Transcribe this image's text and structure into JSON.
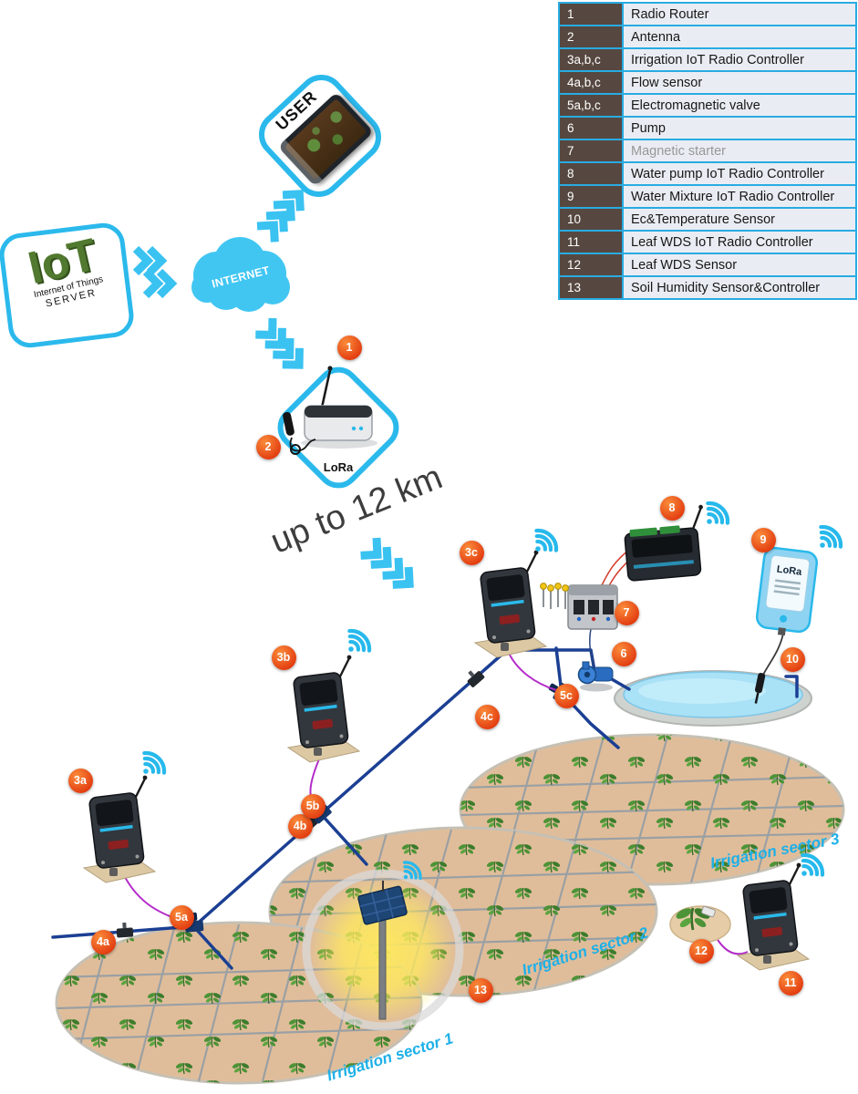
{
  "legend": {
    "rows": [
      {
        "num": "1",
        "label": "Radio Router"
      },
      {
        "num": "2",
        "label": "Antenna"
      },
      {
        "num": "3a,b,c",
        "label": "Irrigation IoT Radio Controller"
      },
      {
        "num": "4a,b,c",
        "label": "Flow sensor"
      },
      {
        "num": "5a,b,c",
        "label": "Electromagnetic valve"
      },
      {
        "num": "6",
        "label": "Pump"
      },
      {
        "num": "7",
        "label": "Magnetic starter"
      },
      {
        "num": "8",
        "label": "Water pump IoT Radio Controller"
      },
      {
        "num": "9",
        "label": "Water Mixture IoT Radio Controller"
      },
      {
        "num": "10",
        "label": "Ec&Temperature Sensor"
      },
      {
        "num": "11",
        "label": "Leaf WDS IoT Radio Controller"
      },
      {
        "num": "12",
        "label": "Leaf WDS Sensor"
      },
      {
        "num": "13",
        "label": "Soil Humidity Sensor&Controller"
      }
    ]
  },
  "server_box": {
    "logo": "IoT",
    "line1": "Internet of Things",
    "line2": "SERVER"
  },
  "user_box": {
    "label": "USER"
  },
  "internet_cloud": {
    "label": "INTERNET"
  },
  "router_box": {
    "lora": "LoRa"
  },
  "device9": {
    "lora": "LoRa"
  },
  "range_label": "up to 12 km",
  "badges": [
    "1",
    "2",
    "3a",
    "3b",
    "3c",
    "4a",
    "4b",
    "4c",
    "5a",
    "5b",
    "5c",
    "6",
    "7",
    "8",
    "9",
    "10",
    "11",
    "12",
    "13"
  ],
  "sectors": [
    {
      "label": "Irrigation sector 1"
    },
    {
      "label": "Irrigation sector 2"
    },
    {
      "label": "Irrigation sector 3"
    }
  ],
  "colors": {
    "accent_cyan": "#2bb9ec",
    "badge_orange": "#e23c10",
    "pipe_blue": "#1b3f93",
    "sector_tan": "#e0bd9a",
    "plant_green": "#4d9337",
    "legend_num_bg": "#564840",
    "legend_cell_bg": "#e9edf3",
    "cable_magenta": "#b42cc9"
  }
}
